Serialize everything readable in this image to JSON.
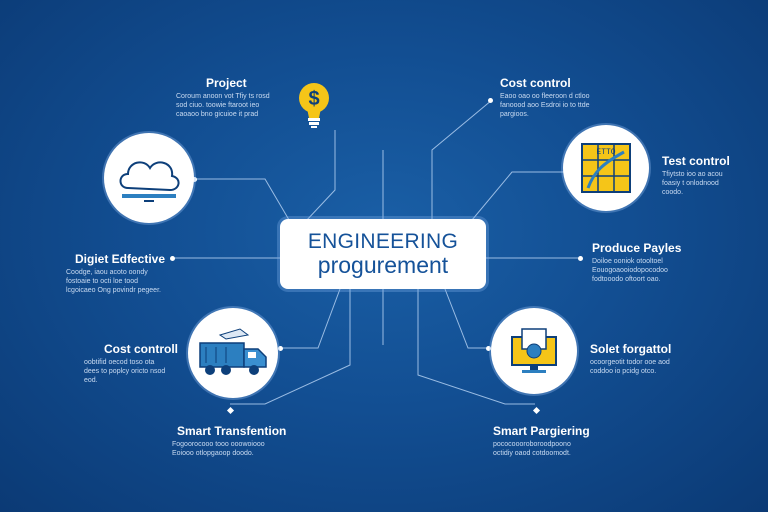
{
  "center": {
    "line1": "ENGINEERING",
    "line2": "progurement"
  },
  "nodes": {
    "project": {
      "title": "Project",
      "desc": [
        "Coroum anoon vot Tfiy ts rosd",
        "sod ciuo. toowie ftaroot ieo",
        "caoaoo bno gicuioe it prad"
      ]
    },
    "cost_control_top": {
      "title": "Cost control",
      "desc": [
        "Eaoo oao oo fleeroon d ctloo",
        "fanoood aoo Esdroi io to ttde",
        "pargioos."
      ]
    },
    "test_control": {
      "title": "Test control",
      "desc": [
        "Tfiytsto ioo ao acou",
        "foasiy t onlodnood",
        "coodo."
      ]
    },
    "digital_effective": {
      "title": "Digiet Edfective",
      "desc": [
        "Coodge, iaou acoto oondy",
        "fostoaie to octi loe tood",
        "lcgoicaeo Ong povindr pegeer."
      ]
    },
    "produce_pages": {
      "title": "Produce Payles",
      "desc": [
        "Doiloe ooniok otooltoel",
        "Eouogoaooiodopocodoo",
        "fodtooodo oftoort oao."
      ]
    },
    "cost_control_left": {
      "title": "Cost controll",
      "desc": [
        "oobtifid oecod toso ota",
        "dees to poplcy oricto nsod",
        "eod."
      ]
    },
    "solet_forgattol": {
      "title": "Solet forgattol",
      "desc": [
        "ocoorgeotit todor ooe aod",
        "coddoo io pcidg otco."
      ]
    },
    "smart_transfention": {
      "title": "Smart Transfention",
      "desc": [
        "Fogoorocooo tooo ooowoiooo",
        "Eoiooo otlopgaoop doodo."
      ]
    },
    "smart_pargiering": {
      "title": "Smart Pargiering",
      "desc": [
        "pococoooroboroodpoono",
        "octidiy oaod cotdoomodt."
      ]
    },
    "test_icon_text": "ETTO"
  },
  "colors": {
    "accent_yellow": "#f5c518",
    "icon_blue": "#2c7fc0",
    "icon_dark": "#0d3f7a"
  }
}
